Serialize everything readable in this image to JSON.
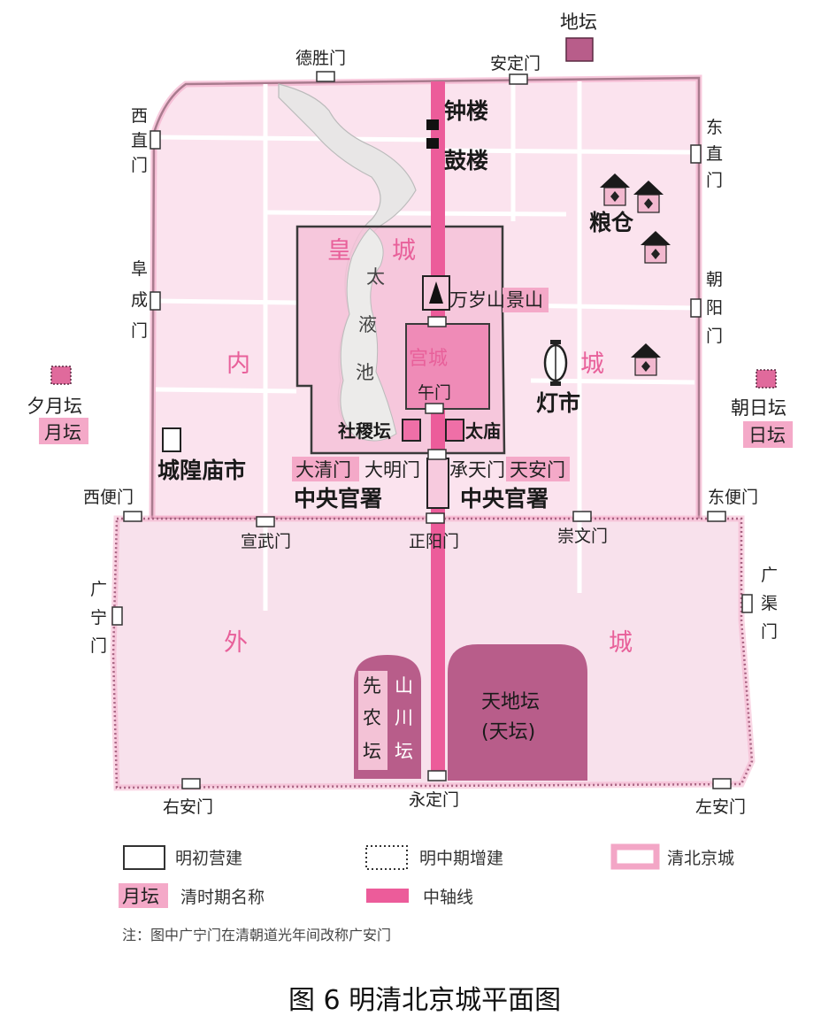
{
  "map": {
    "region_labels": {
      "huangcheng_1": "皇",
      "huangcheng_2": "城",
      "gongcheng": "宫城",
      "neicheng_1": "内",
      "neicheng_2": "城",
      "waicheng_1": "外",
      "waicheng_2": "城",
      "taiyechi_1": "太",
      "taiyechi_2": "液",
      "taiyechi_3": "池"
    },
    "gates": {
      "deshengmen": "德胜门",
      "andingmen": "安定门",
      "xizhimen": [
        "西",
        "直",
        "门"
      ],
      "dongzhimen": [
        "东",
        "直",
        "门"
      ],
      "fuchengmen": [
        "阜",
        "成",
        "门"
      ],
      "chaoyangmen": [
        "朝",
        "阳",
        "门"
      ],
      "xibianmen": "西便门",
      "dongbianmen": "东便门",
      "xuanwumen": "宣武门",
      "zhengyangmen": "正阳门",
      "chongwenmen": "崇文门",
      "guangningmen": [
        "广",
        "宁",
        "门"
      ],
      "guangqumen": [
        "广",
        "渠",
        "门"
      ],
      "youanmen": "右安门",
      "yongdingmen": "永定门",
      "zuoanmen": "左安门",
      "wumen": "午门"
    },
    "places": {
      "zhonglou": "钟楼",
      "gulou": "鼓楼",
      "liangcang": "粮仓",
      "wansuishan": "万岁山",
      "jingshan": "景山",
      "dengshi": "灯市",
      "shejitan": "社稷坛",
      "taimiao": "太庙",
      "chenghuangmiaoshi": "城隍庙市",
      "daqingmen": "大清门",
      "damingmen": "大明门",
      "chengtianmen": "承天门",
      "tiananmen": "天安门",
      "zhongyangguanshu_left": "中央官署",
      "zhongyangguanshu_right": "中央官署",
      "xiannongtan": [
        "先",
        "农",
        "坛"
      ],
      "shanchuantan": [
        "山",
        "川",
        "坛"
      ],
      "tiandi_tan": "天地坛",
      "tiantan": "(天坛)",
      "ditan": "地坛",
      "xiyuetan": "夕月坛",
      "yuetan": "月坛",
      "chaoritan": "朝日坛",
      "ritan": "日坛"
    }
  },
  "legend": {
    "ming_early": "明初营建",
    "ming_mid": "明中期增建",
    "qing_city": "清北京城",
    "qing_name_sample": "月坛",
    "qing_name": "清时期名称",
    "axis": "中轴线"
  },
  "note": "注：图中广宁门在清朝道光年间改称广安门",
  "caption": "图 6   明清北京城平面图",
  "colors": {
    "city_fill": "#fbe3ee",
    "imperial_fill": "#f5c2d8",
    "palace_fill": "#ef8bb7",
    "axis": "#ec5c9a",
    "altar": "#b85d8a",
    "highlight": "#f4a9c8"
  }
}
